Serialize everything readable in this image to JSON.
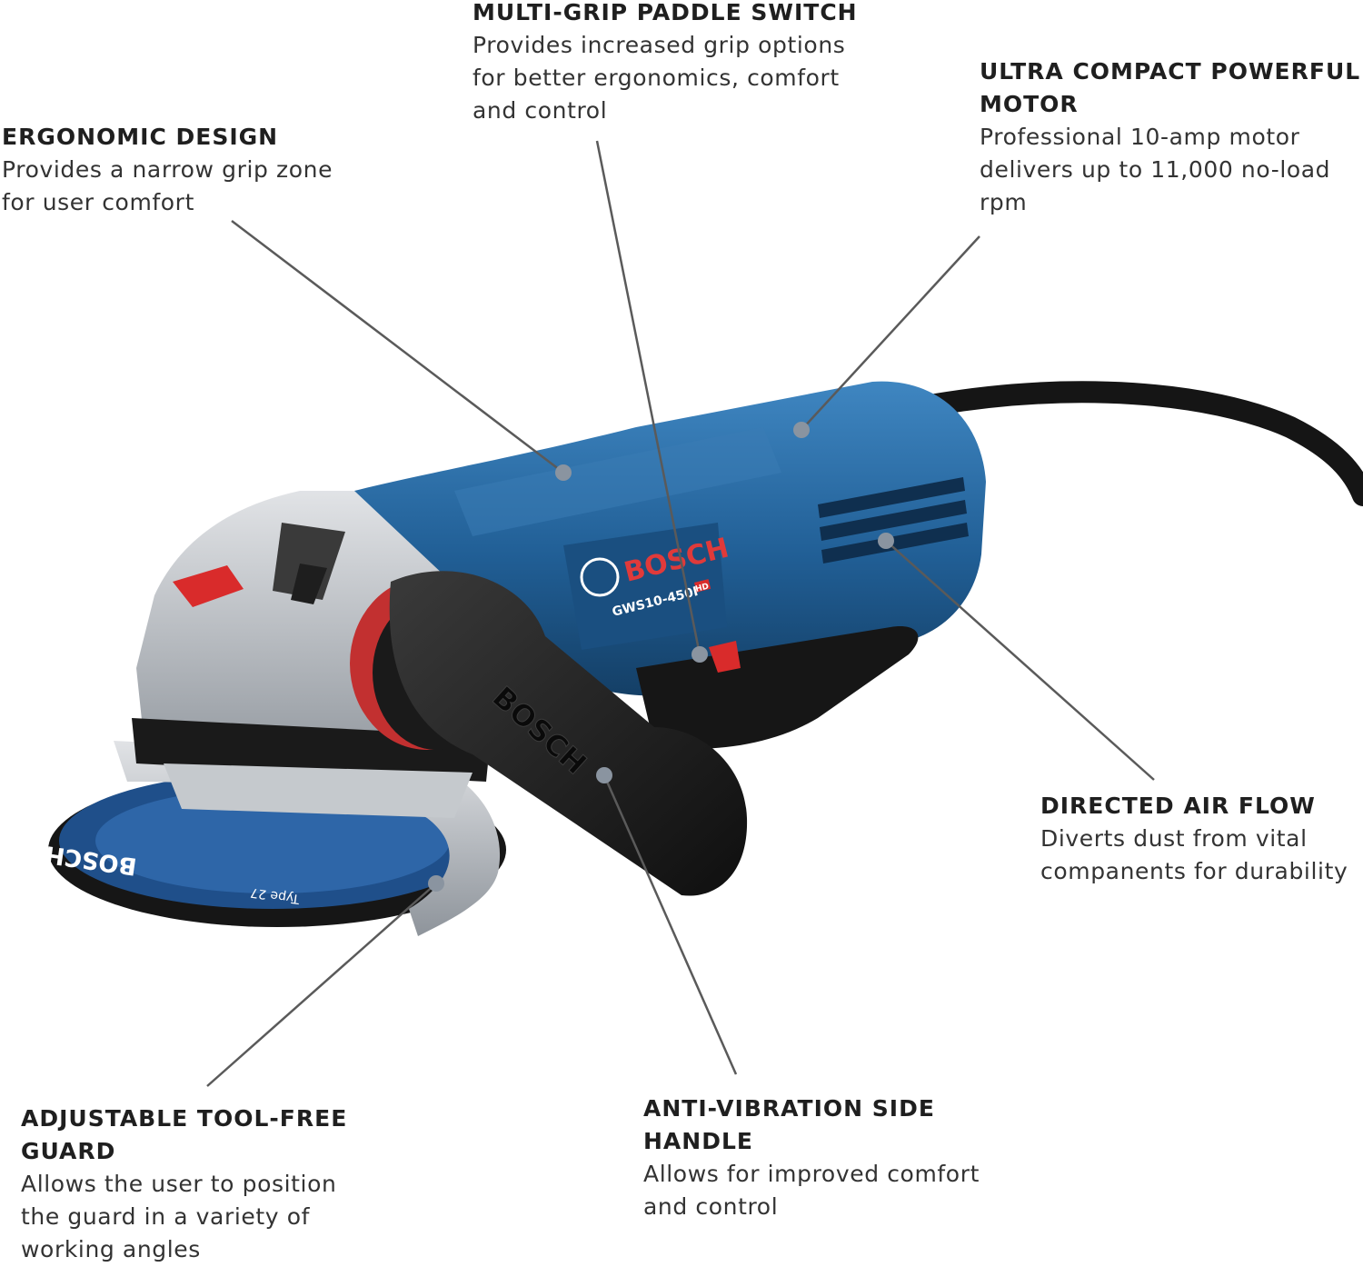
{
  "callouts": {
    "paddle": {
      "title": "MULTI-GRIP PADDLE SWITCH",
      "body": [
        "Provides increased grip options",
        "for better ergonomics, comfort",
        "and control"
      ]
    },
    "motor": {
      "title": [
        "ULTRA COMPACT POWERFUL",
        "MOTOR"
      ],
      "body": [
        "Professional 10-amp motor",
        "delivers up to 11,000 no-load",
        "rpm"
      ]
    },
    "ergonomic": {
      "title": "ERGONOMIC DESIGN",
      "body": [
        "Provides a narrow grip zone",
        "for user comfort"
      ]
    },
    "airflow": {
      "title": "DIRECTED AIR FLOW",
      "body": [
        "Diverts dust from vital",
        "companents for durability"
      ]
    },
    "guard": {
      "title": [
        "ADJUSTABLE TOOL-FREE",
        "GUARD"
      ],
      "body": [
        "Allows the user to position",
        "the guard in a variety of",
        "working angles"
      ]
    },
    "handle": {
      "title": [
        "ANTI-VIBRATION SIDE",
        "HANDLE"
      ],
      "body": [
        "Allows for improved comfort",
        "and control"
      ]
    }
  },
  "product": {
    "brand": "BOSCH",
    "model": "GWS10-450P",
    "badge": "HD",
    "handle_brand": "BOSCH",
    "disc_brand": "BOSCH",
    "disc_text": "Type 27"
  },
  "colors": {
    "body_blue": "#1f5f93",
    "body_blue_light": "#3a7cb4",
    "guard_gray": "#b9bdc2",
    "handle_black": "#1b1b1b",
    "accent_red": "#d92b2b",
    "leader_line": "#5a5a5a",
    "dot": "#8a94a0"
  }
}
